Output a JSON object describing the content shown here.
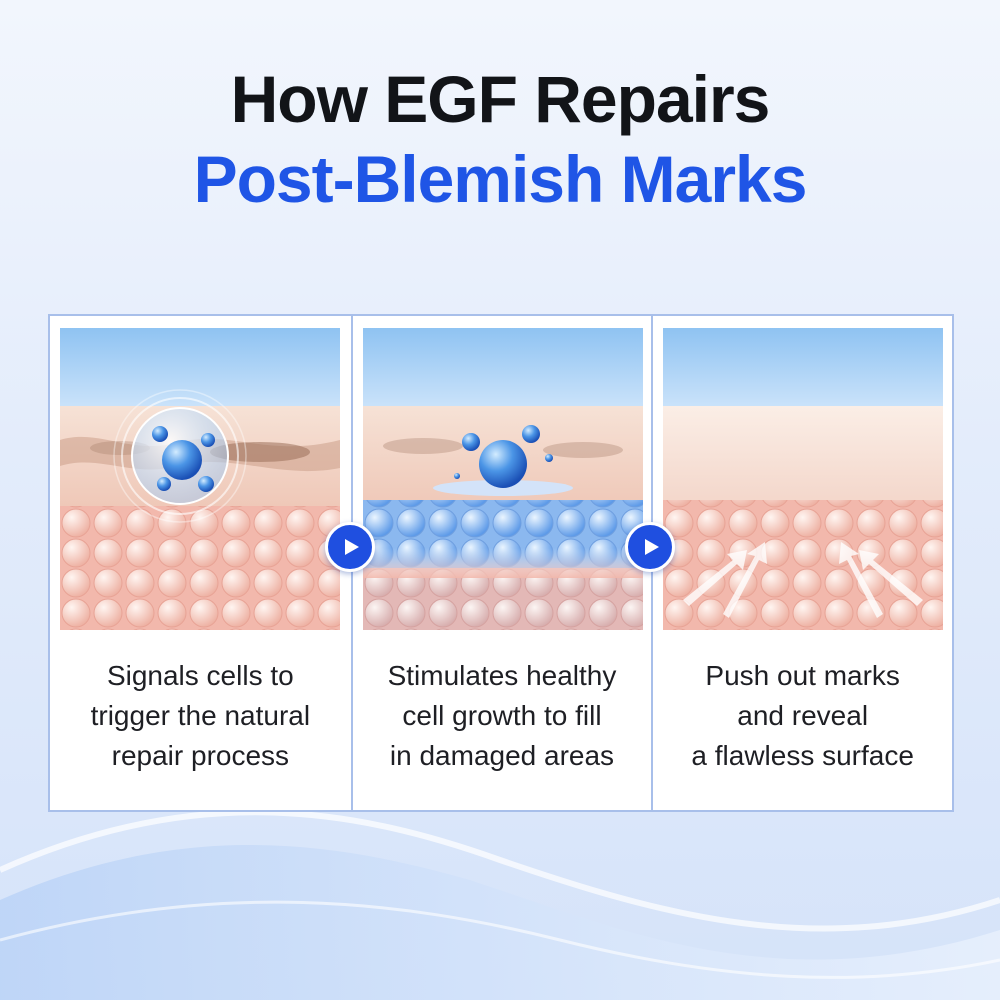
{
  "colors": {
    "accent_blue": "#1f55e6",
    "title_dark": "#121418",
    "panel_border": "#a8bfea",
    "arrow_blue": "#1f4fe0"
  },
  "header": {
    "title_line1": "How EGF Repairs",
    "title_line2": "Post-Blemish Marks"
  },
  "steps": [
    {
      "caption": [
        "Signals cells to",
        "trigger the natural",
        "repair process"
      ]
    },
    {
      "caption": [
        "Stimulates healthy",
        "cell growth to fill",
        "in damaged areas"
      ]
    },
    {
      "caption": [
        "Push out marks",
        "and reveal",
        "a flawless surface"
      ]
    }
  ],
  "arrows": [
    "play-arrow-icon",
    "play-arrow-icon"
  ]
}
